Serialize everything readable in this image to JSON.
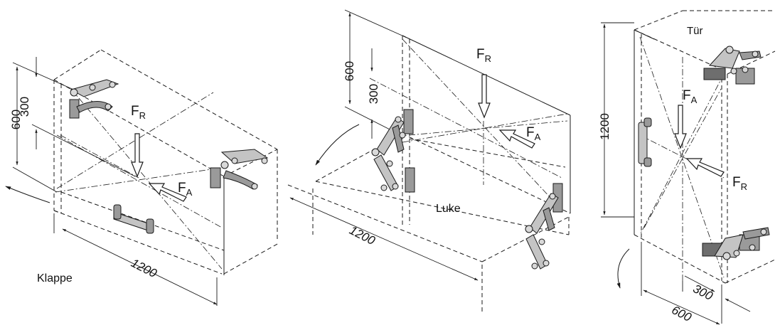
{
  "panels": [
    {
      "name": "Klappe",
      "dims": {
        "width": "1200",
        "height": "600",
        "half_height": "300"
      },
      "forces": {
        "radial": {
          "main": "F",
          "sub": "R"
        },
        "axial": {
          "main": "F",
          "sub": "A"
        }
      }
    },
    {
      "name": "Luke",
      "dims": {
        "width": "1200",
        "height": "600",
        "half_height": "300"
      },
      "forces": {
        "radial": {
          "main": "F",
          "sub": "R"
        },
        "axial": {
          "main": "F",
          "sub": "A"
        }
      }
    },
    {
      "name": "Tür",
      "dims": {
        "width": "600",
        "height": "1200",
        "half_width": "300"
      },
      "forces": {
        "radial": {
          "main": "F",
          "sub": "R"
        },
        "axial": {
          "main": "F",
          "sub": "A"
        }
      }
    }
  ],
  "colors": {
    "line": "#1a1a1a",
    "hardware": "#9a9a9a",
    "hardware_light": "#c4c4c4",
    "background": "#ffffff"
  },
  "icons": [
    "rotation-arrow-icon",
    "force-arrow-icon",
    "hinge-icon",
    "handle-icon"
  ]
}
